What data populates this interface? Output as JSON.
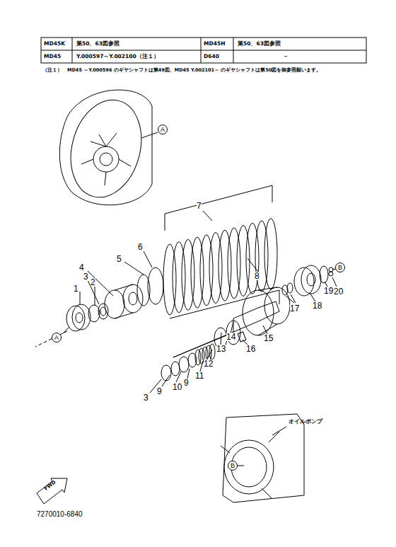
{
  "diagram": {
    "nodes": [
      {
        "text": [
          "A"
        ]
      },
      {
        "text": [
          "A"
        ]
      },
      {
        "text": [
          "B"
        ]
      },
      {
        "text": [
          "B"
        ]
      }
    ],
    "labels": [
      "MD45K",
      "第50、63図参照",
      "MD45H",
      "第50、63図参照",
      "MD45",
      "Y.000597～Y.002100（注１）",
      "D640",
      "－",
      "（注１）　MD45 ～Y.000596 のギヤシャフトは第49図、MD45 Y.002101～ のギヤシャフトは第50図を御参照願います。",
      "1",
      "2",
      "3",
      "4",
      "5",
      "6",
      "7",
      "8",
      "17",
      "18",
      "19",
      "20",
      "15",
      "16",
      "14",
      "13",
      "12",
      "11",
      "10",
      "9",
      "9",
      "3",
      "オイルポンプ",
      "FWD",
      "7270010-6840"
    ]
  }
}
